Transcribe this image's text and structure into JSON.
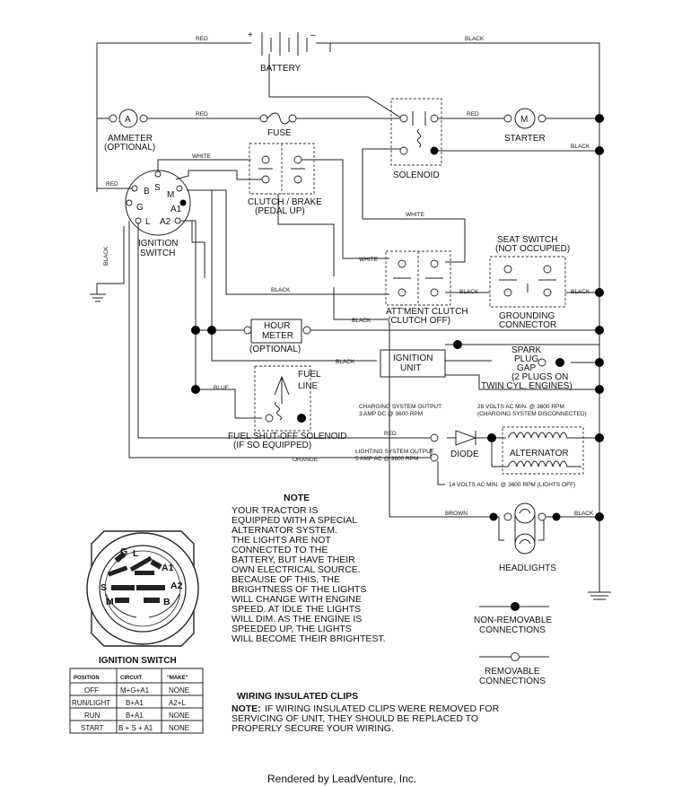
{
  "components": {
    "battery": "BATTERY",
    "ammeter": [
      "AMMETER",
      "(OPTIONAL)"
    ],
    "ammeter_symbol": "A",
    "fuse": "FUSE",
    "starter": "STARTER",
    "starter_symbol": "M",
    "solenoid": "SOLENOID",
    "clutch_brake": [
      "CLUTCH / BRAKE",
      "(PEDAL UP)"
    ],
    "ignition_switch": [
      "IGNITION",
      "SWITCH"
    ],
    "switch_terminals": [
      "B",
      "S",
      "M",
      "G",
      "L",
      "A1",
      "A2"
    ],
    "seat_switch": [
      "SEAT SWITCH",
      "(NOT OCCUPIED)"
    ],
    "grounding_connector": [
      "GROUNDING",
      "CONNECTOR"
    ],
    "attachment_clutch": [
      "ATT'MENT CLUTCH",
      "(CLUTCH OFF)"
    ],
    "hour_meter": [
      "HOUR",
      "METER",
      "(OPTIONAL)"
    ],
    "spark_plug": [
      "SPARK",
      "PLUG",
      "GAP",
      "(2 PLUGS ON",
      "TWIN CYL. ENGINES)"
    ],
    "ignition_unit": [
      "IGNITION",
      "UNIT"
    ],
    "fuel_line": [
      "FUEL",
      "LINE"
    ],
    "fuel_solenoid": [
      "FUEL SHUT-OFF SOLENOID",
      "(IF SO EQUIPPED)"
    ],
    "charging_output": [
      "CHARGING SYSTEM OUTPUT",
      "3 AMP DC @ 3600 RPM"
    ],
    "ac_volts": [
      "28 VOLTS AC MIN. @ 3600 RPM",
      "(CHARGING SYSTEM DISCONNECTED)"
    ],
    "diode": "DIODE",
    "alternator": "ALTERNATOR",
    "lighting_output": [
      "LIGHTING SYSTEM OUTPUT",
      "5 AMP AC @ 3600 RPM"
    ],
    "lights_volts": "14 VOLTS AC MIN. @ 3600 RPM (LIGHTS OFF)",
    "headlights": "HEADLIGHTS"
  },
  "wire_colors": {
    "red": "RED",
    "black": "BLACK",
    "white": "WHITE",
    "blue": "BLUE",
    "orange": "ORANGE",
    "brown": "BROWN"
  },
  "note": {
    "title": "NOTE",
    "lines": [
      "YOUR TRACTOR IS",
      "EQUIPPED WITH A SPECIAL",
      "ALTERNATOR SYSTEM.",
      "THE LIGHTS ARE NOT",
      "CONNECTED TO THE",
      "BATTERY, BUT HAVE THEIR",
      "OWN ELECTRICAL SOURCE.",
      "BECAUSE OF THIS, THE",
      "BRIGHTNESS OF THE LIGHTS",
      "WILL CHANGE WITH ENGINE",
      "SPEED.  AT IDLE THE LIGHTS",
      "WILL DIM.  AS THE ENGINE IS",
      "SPEEDED UP, THE LIGHTS",
      "WILL BECOME THEIR BRIGHTEST."
    ]
  },
  "legend": {
    "non_removable": [
      "NON-REMOVABLE",
      "CONNECTIONS"
    ],
    "removable": [
      "REMOVABLE",
      "CONNECTIONS"
    ]
  },
  "switch_diagram": {
    "title": "IGNITION SWITCH",
    "labels": [
      "G",
      "L",
      "A1",
      "S",
      "A2",
      "M",
      "B"
    ]
  },
  "switch_table": {
    "headers": [
      "POSITION",
      "CIRCUIT",
      "\"MAKE\""
    ],
    "rows": [
      [
        "OFF",
        "M+G+A1",
        "NONE"
      ],
      [
        "RUN/LIGHT",
        "B+A1",
        "A2+L"
      ],
      [
        "RUN",
        "B+A1",
        "NONE"
      ],
      [
        "START",
        "B + S + A1",
        "NONE"
      ]
    ]
  },
  "clips": {
    "title": "WIRING INSULATED CLIPS",
    "note_label": "NOTE:",
    "lines": [
      "IF WIRING INSULATED CLIPS WERE REMOVED FOR",
      "SERVICING OF UNIT, THEY SHOULD BE REPLACED TO",
      "PROPERLY SECURE YOUR WIRING."
    ]
  },
  "footer": "Rendered by LeadVenture, Inc."
}
